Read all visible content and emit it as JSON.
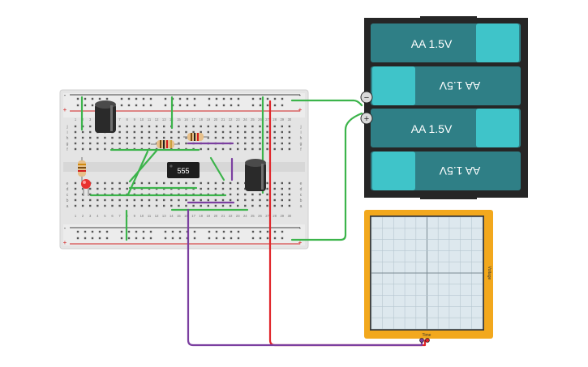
{
  "breadboard": {
    "rail_plus": "+",
    "rail_minus": "-",
    "row_letters_top": [
      "j",
      "i",
      "h",
      "g",
      "f"
    ],
    "row_letters_bottom": [
      "e",
      "d",
      "c",
      "b",
      "a"
    ],
    "column_numbers": [
      "1",
      "2",
      "3",
      "4",
      "5",
      "6",
      "7",
      "8",
      "9",
      "10",
      "11",
      "12",
      "13",
      "14",
      "15",
      "16",
      "17",
      "18",
      "19",
      "20",
      "21",
      "22",
      "23",
      "24",
      "25",
      "26",
      "27",
      "28",
      "29",
      "30"
    ]
  },
  "ic": {
    "label": "555"
  },
  "battery": {
    "cells": [
      {
        "label": "AA 1.5V",
        "flipped": false
      },
      {
        "label": "AA 1.5V",
        "flipped": true
      },
      {
        "label": "AA 1.5V",
        "flipped": false
      },
      {
        "label": "AA 1.5V",
        "flipped": true
      }
    ],
    "terminal_minus": "−",
    "terminal_plus": "+"
  },
  "oscilloscope": {
    "time_label": "Time",
    "voltage_label": "Voltage"
  },
  "colors": {
    "wire_green": "#3cb44b",
    "wire_red": "#e0252a",
    "wire_purple": "#7b3fa0",
    "battery_case": "#262626",
    "battery_cell": "#2f7f86",
    "battery_cap": "#3fc4c9",
    "scope_frame": "#f2a81d",
    "breadboard": "#e6e6e6"
  }
}
